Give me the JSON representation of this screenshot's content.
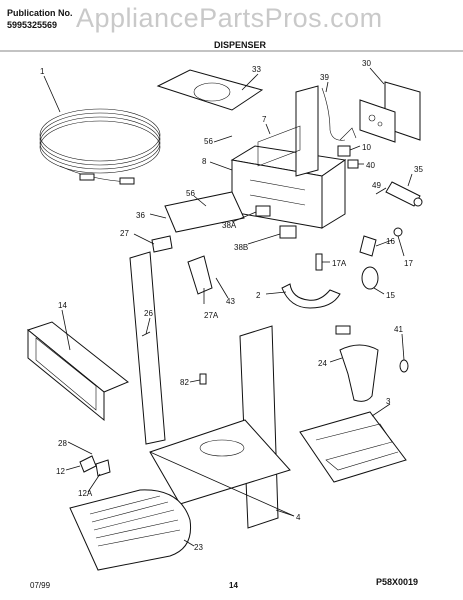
{
  "header": {
    "publication_label": "Publication No.",
    "publication_number": "5995325569",
    "section_title": "DISPENSER",
    "watermark": "AppliancePartsPros.com"
  },
  "footer": {
    "date": "07/99",
    "page_number": "14",
    "diagram_code": "P58X0019"
  },
  "callouts": {
    "c1": "1",
    "c33": "33",
    "c30": "30",
    "c39": "39",
    "c56a": "56",
    "c7": "7",
    "c8": "8",
    "c10": "10",
    "c40": "40",
    "c35": "35",
    "c49": "49",
    "c56b": "56",
    "c36": "36",
    "c38a": "38A",
    "c38b": "38B",
    "c27": "27",
    "c16": "16",
    "c17a": "17A",
    "c17": "17",
    "c14": "14",
    "c2": "2",
    "c15": "15",
    "c27a": "27A",
    "c43": "43",
    "c26": "26",
    "c41": "41",
    "c24": "24",
    "c82": "82",
    "c3": "3",
    "c28": "28",
    "c12": "12",
    "c12a": "12A",
    "c4": "4",
    "c23": "23"
  }
}
